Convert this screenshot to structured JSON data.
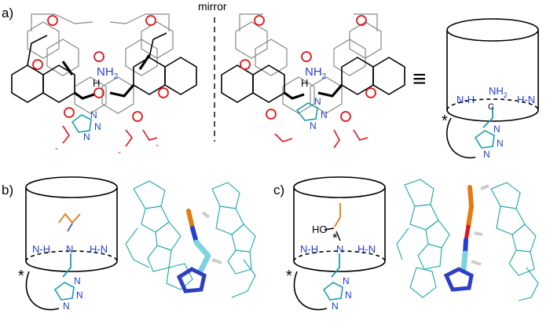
{
  "panels": {
    "a": "a)",
    "b": "b)",
    "c": "c)"
  },
  "mirror_label": "mirror",
  "equiv_symbol": "≡",
  "panel_a": {
    "left": {
      "nh2": "NH",
      "nh2_sub": "2",
      "h": "H",
      "n_labels": [
        "N",
        "N",
        "N"
      ],
      "o_labels": [
        "O",
        "O",
        "O",
        "O",
        "O",
        "O",
        "O",
        "O"
      ],
      "charges": [
        "-",
        "-",
        "-"
      ]
    },
    "right": {
      "nh2": "NH",
      "nh2_sub": "2",
      "h": "H",
      "n_labels": [
        "N",
        "N",
        "N"
      ]
    },
    "cartoon": {
      "nh": "N-H",
      "hn": "H-N",
      "nh2": "NH",
      "nh2_sub": "2",
      "c": "C",
      "star": "*",
      "triazole_n": [
        "N",
        "N",
        "N"
      ]
    }
  },
  "panel_b": {
    "nh": "N-H",
    "hn": "H-N",
    "n_center": "N",
    "star": "*",
    "triazole_n": [
      "N",
      "N",
      "N"
    ]
  },
  "panel_c": {
    "ho": "HO",
    "star_center": "*",
    "nh": "N-H",
    "hn": "H-N",
    "n_center": "N",
    "star": "*",
    "triazole_n": [
      "N",
      "N",
      "N"
    ]
  },
  "colors": {
    "nitrogen": "#1f3fd6",
    "oxygen": "#e0141b",
    "substrate": "#e37a12",
    "linker": "#1a9bb0",
    "model_carbon": "#1aa7a7"
  }
}
